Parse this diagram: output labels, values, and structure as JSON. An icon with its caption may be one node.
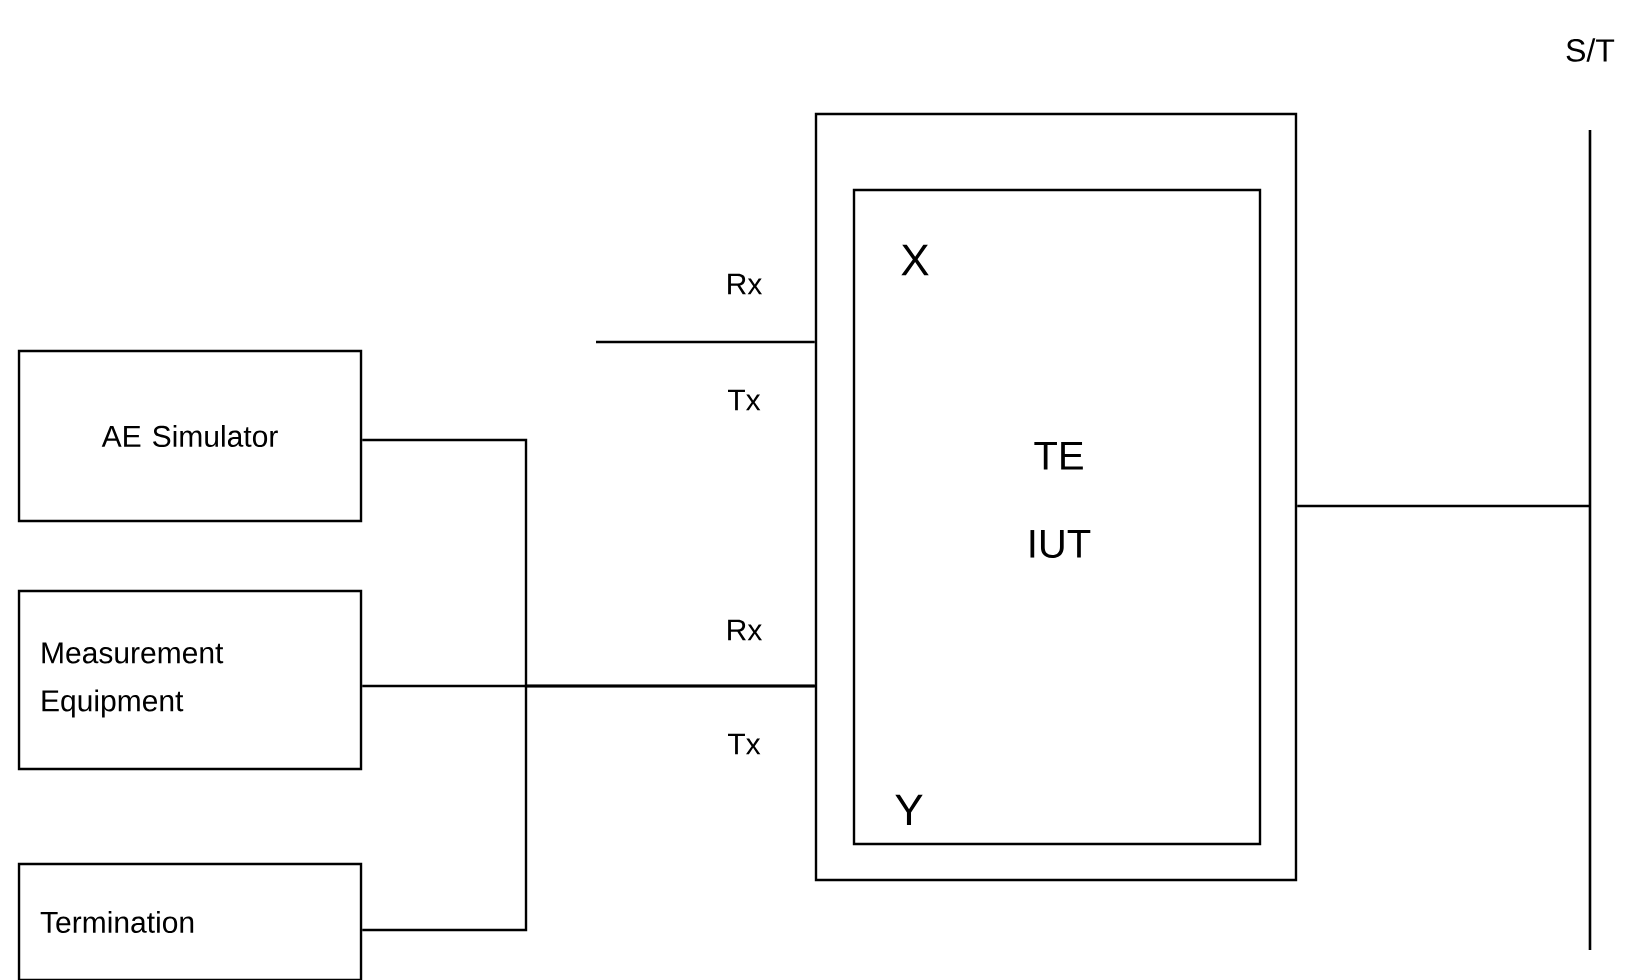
{
  "diagram": {
    "nodes": [
      {
        "text": [],
        "shape": "box"
      },
      {
        "text": [
          "X",
          "TE IUT",
          "Y"
        ],
        "in": 0
      },
      {
        "text": [
          "AE Simulator"
        ]
      },
      {
        "text": [
          "Measurement Equipment"
        ]
      },
      {
        "text": [
          "Termination"
        ]
      },
      {
        "text": [
          "S/T"
        ]
      }
    ],
    "edges": [
      {
        "from": 2,
        "to": 0,
        "arrow": "none"
      },
      {
        "from": 3,
        "to": 0,
        "arrow": "none"
      },
      {
        "from": 4,
        "to": 0,
        "arrow": "none"
      },
      {
        "from": null,
        "to": 0,
        "arrow": "none"
      },
      {
        "from": 0,
        "to": 5,
        "arrow": "none"
      }
    ],
    "labels": [
      "Rx",
      "Tx",
      "Rx",
      "Tx"
    ]
  }
}
